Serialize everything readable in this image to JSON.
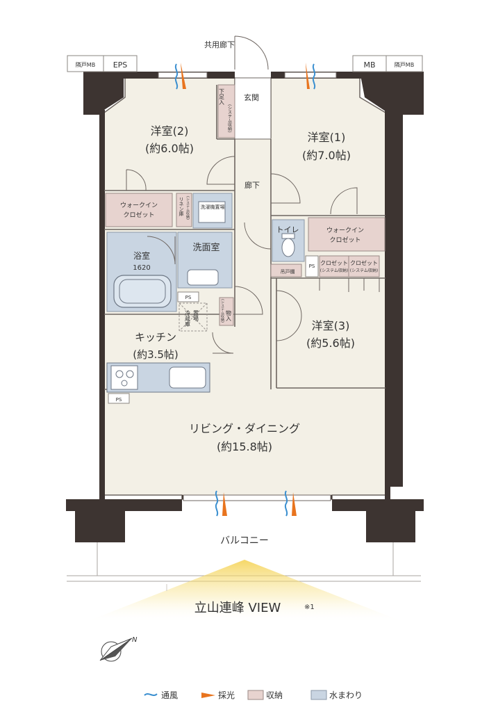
{
  "labels": {
    "corridor": "共用廊下",
    "neighbor_mb_left": "隣戸MB",
    "eps": "EPS",
    "mb": "MB",
    "neighbor_mb_right": "隣戸MB",
    "entrance": "玄関",
    "shoe_storage": "下足入",
    "shoe_storage_sub": "(システム収納)",
    "hallway": "廊下",
    "room2_name": "洋室(2)",
    "room2_size": "(約6.0帖)",
    "room1_name": "洋室(1)",
    "room1_size": "(約7.0帖)",
    "wic_left_1": "ウォークイン",
    "wic_left_2": "クロゼット",
    "linen": "リネン庫",
    "linen_sub": "(システム収納)",
    "washer": "洗濯機置場",
    "bath_name": "浴室",
    "bath_size": "1620",
    "washroom": "洗面室",
    "toilet": "トイレ",
    "wic_right_1": "ウォークイン",
    "wic_right_2": "クロゼット",
    "closet_a": "クロゼット",
    "closet_a_sub": "(システム収納)",
    "closet_b": "クロゼット",
    "closet_b_sub": "(システム収納)",
    "ps": "PS",
    "shelf": "吊戸棚",
    "fridge_1": "冷蔵庫",
    "fridge_2": "置場",
    "storage_1": "物入",
    "storage_sub": "(システム収納)",
    "kitchen_name": "キッチン",
    "kitchen_size": "(約3.5帖)",
    "room3_name": "洋室(3)",
    "room3_size": "(約5.6帖)",
    "living_name": "リビング・ダイニング",
    "living_size": "(約15.8帖)",
    "balcony": "バルコニー",
    "view_text": "立山連峰 VIEW",
    "view_note": "※1",
    "compass_n": "N"
  },
  "legend": [
    {
      "label": "通風",
      "icon": "airflow-icon",
      "color": "#3a8fd0"
    },
    {
      "label": "採光",
      "icon": "sunlight-icon",
      "color": "#e8741e"
    },
    {
      "label": "収納",
      "icon": "storage-swatch",
      "color": "#e7d3cf"
    },
    {
      "label": "水まわり",
      "icon": "water-swatch",
      "color": "#c9d5e2"
    }
  ],
  "colors": {
    "floor": "#f3f0e6",
    "wall": "#3d3431",
    "storage": "#e7d3cf",
    "water": "#c9d5e2",
    "view_glow": "#f0c330"
  }
}
